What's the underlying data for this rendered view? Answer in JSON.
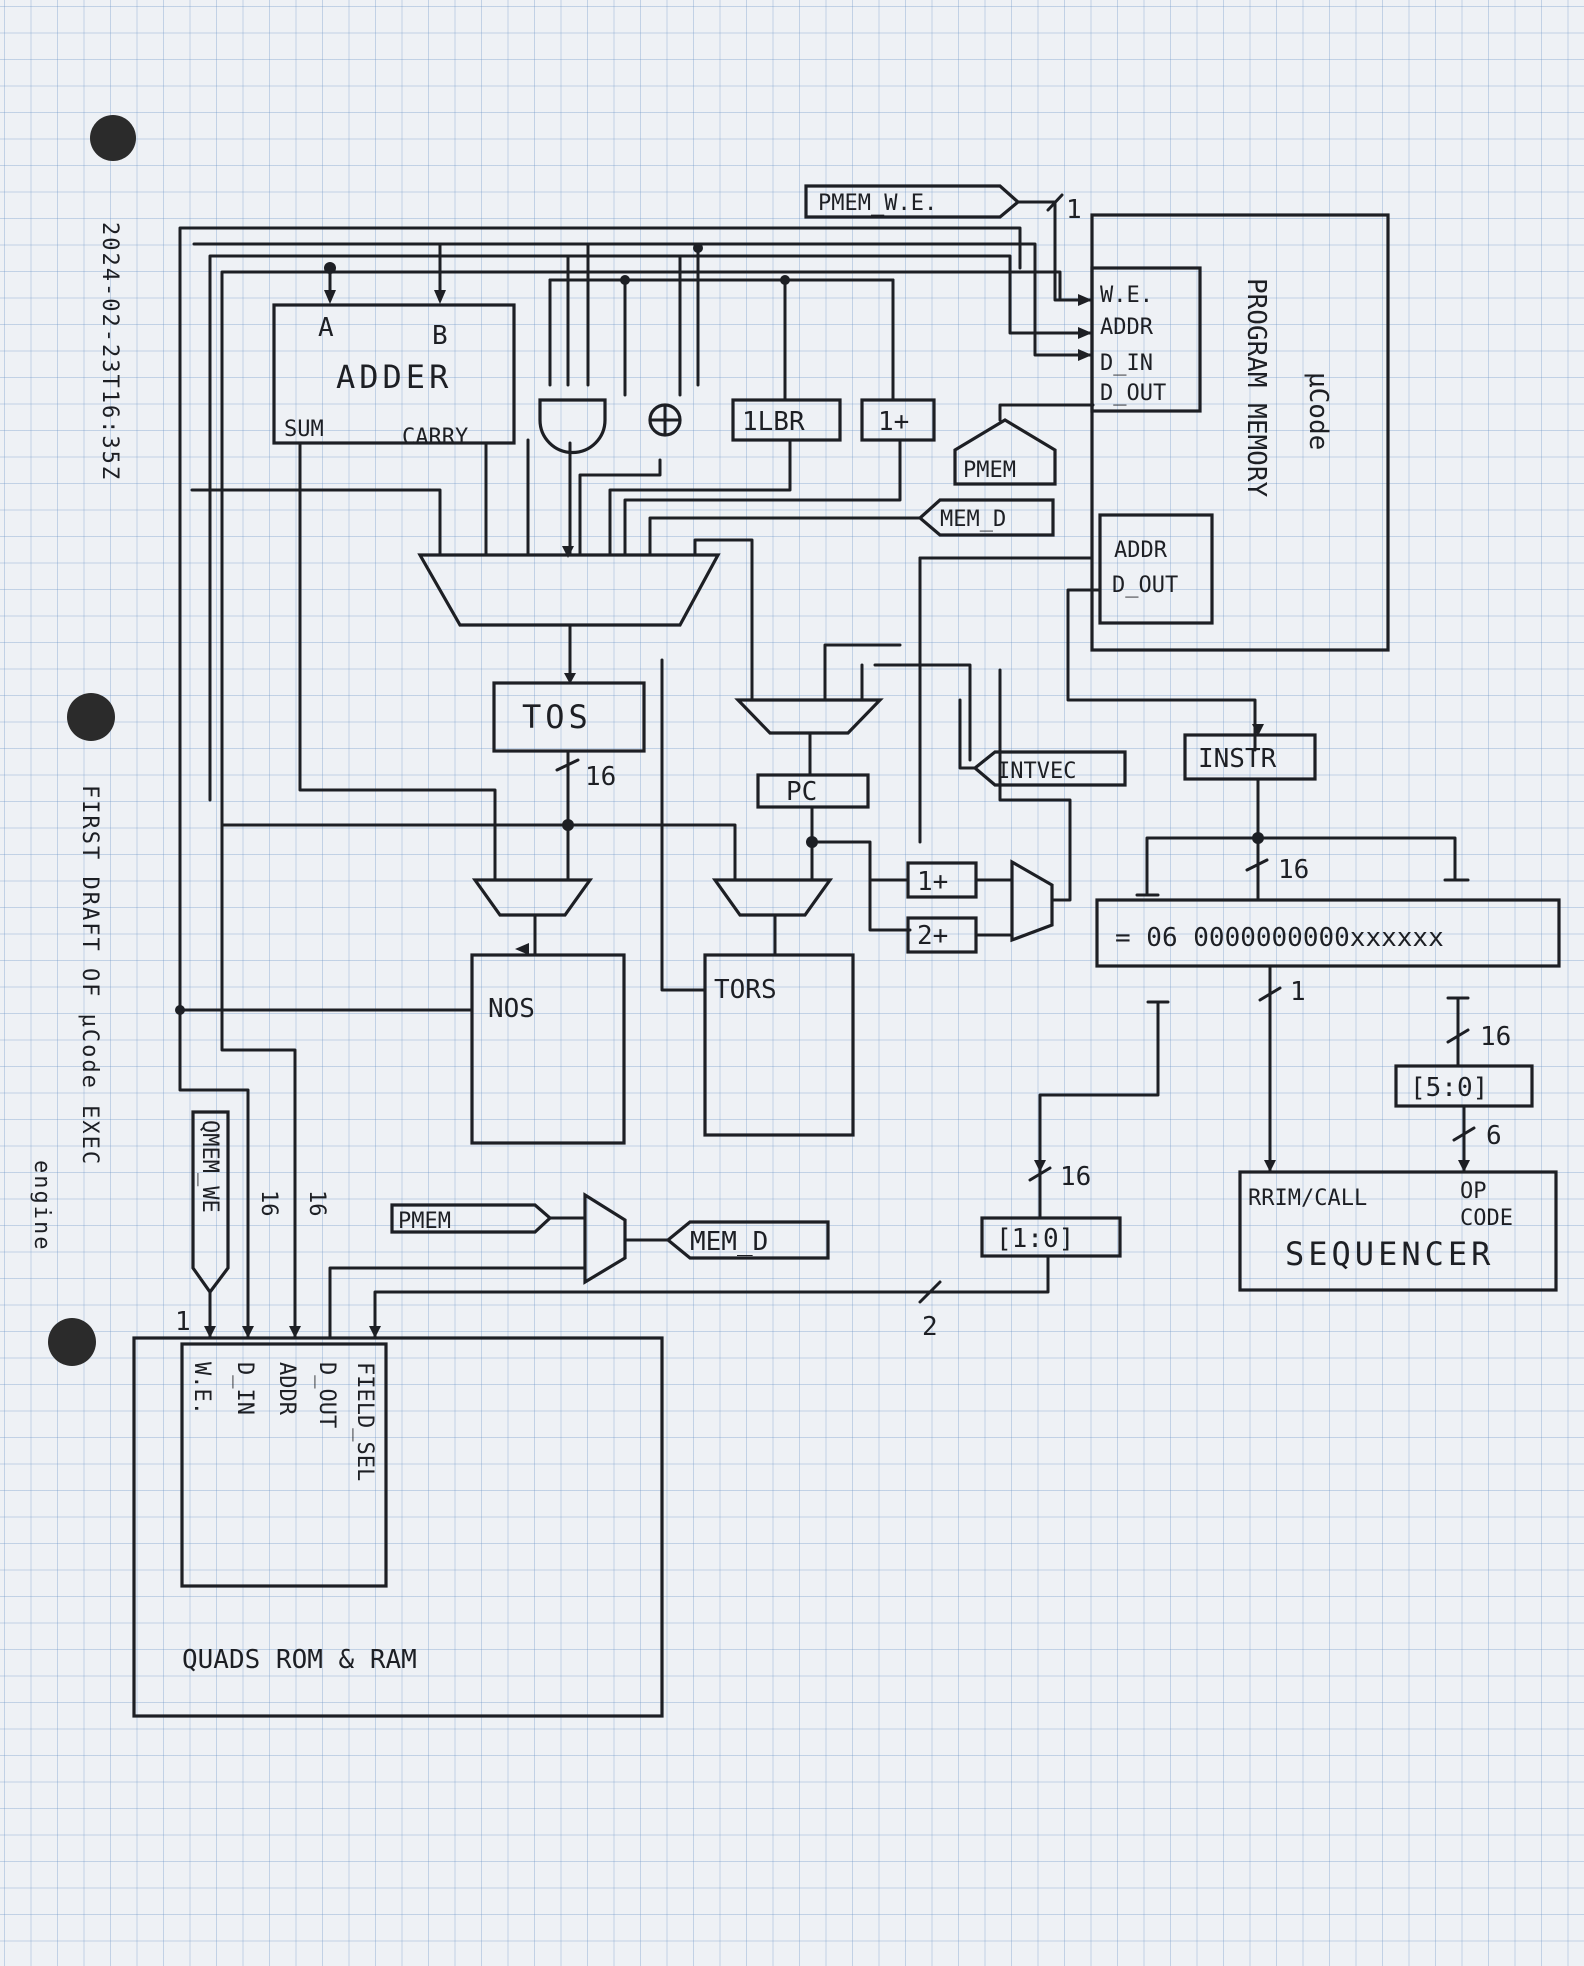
{
  "sheet": {
    "date_note": "2024-02-23T16:35Z",
    "caption_line1": "FIRST DRAFT OF μCode EXEC",
    "caption_line2": "engine"
  },
  "blocks": {
    "adder": {
      "title": "ADDER",
      "in_a": "A",
      "in_b": "B",
      "out_sum": "SUM",
      "out_carry": "CARRY"
    },
    "lbr": "1LBR",
    "inc1_top": "1+",
    "tos": "TOS",
    "pc": "PC",
    "nos": "NOS",
    "tors": "TORS",
    "inc1_pc": "1+",
    "inc2_pc": "2+",
    "instr": "INSTR",
    "compare": "= 06 0000000000xxxxxx",
    "slice_5_0": "[5:0]",
    "slice_1_0": "[1:0]",
    "sequencer": {
      "title": "SEQUENCER",
      "port_a": "RRIM/CALL",
      "port_b_line1": "OP",
      "port_b_line2": "CODE"
    },
    "program_memory": {
      "title_line1": "μCode",
      "title_line2": "PROGRAM MEMORY",
      "port_we": "W.E.",
      "port_addr": "ADDR",
      "port_din": "D_IN",
      "port_dout": "D_OUT",
      "port2_addr": "ADDR",
      "port2_dout": "D_OUT"
    },
    "quads": {
      "title": "QUADS ROM & RAM",
      "port_we": "W.E.",
      "port_din": "D_IN",
      "port_addr": "ADDR",
      "port_dout": "D_OUT",
      "port_fieldsel": "FIELD_SEL"
    }
  },
  "signals": {
    "pmem_we": "PMEM_W.E.",
    "pmem_tag": "PMEM",
    "mem_d": "MEM_D",
    "intvec": "INTVEC",
    "qmem_we": "QMEM_WE",
    "pmem_mux": "PMEM",
    "mem_d_mux": "MEM_D"
  },
  "bus_widths": {
    "pmem_we": "1",
    "tos_out": "16",
    "instr_out": "16",
    "compare_out": "1",
    "slice_5_0_in": "16",
    "slice_5_0_out": "6",
    "slice_1_0_in": "16",
    "field_sel": "2",
    "qmem_we": "1",
    "quads_din": "16",
    "quads_addr": "16"
  }
}
